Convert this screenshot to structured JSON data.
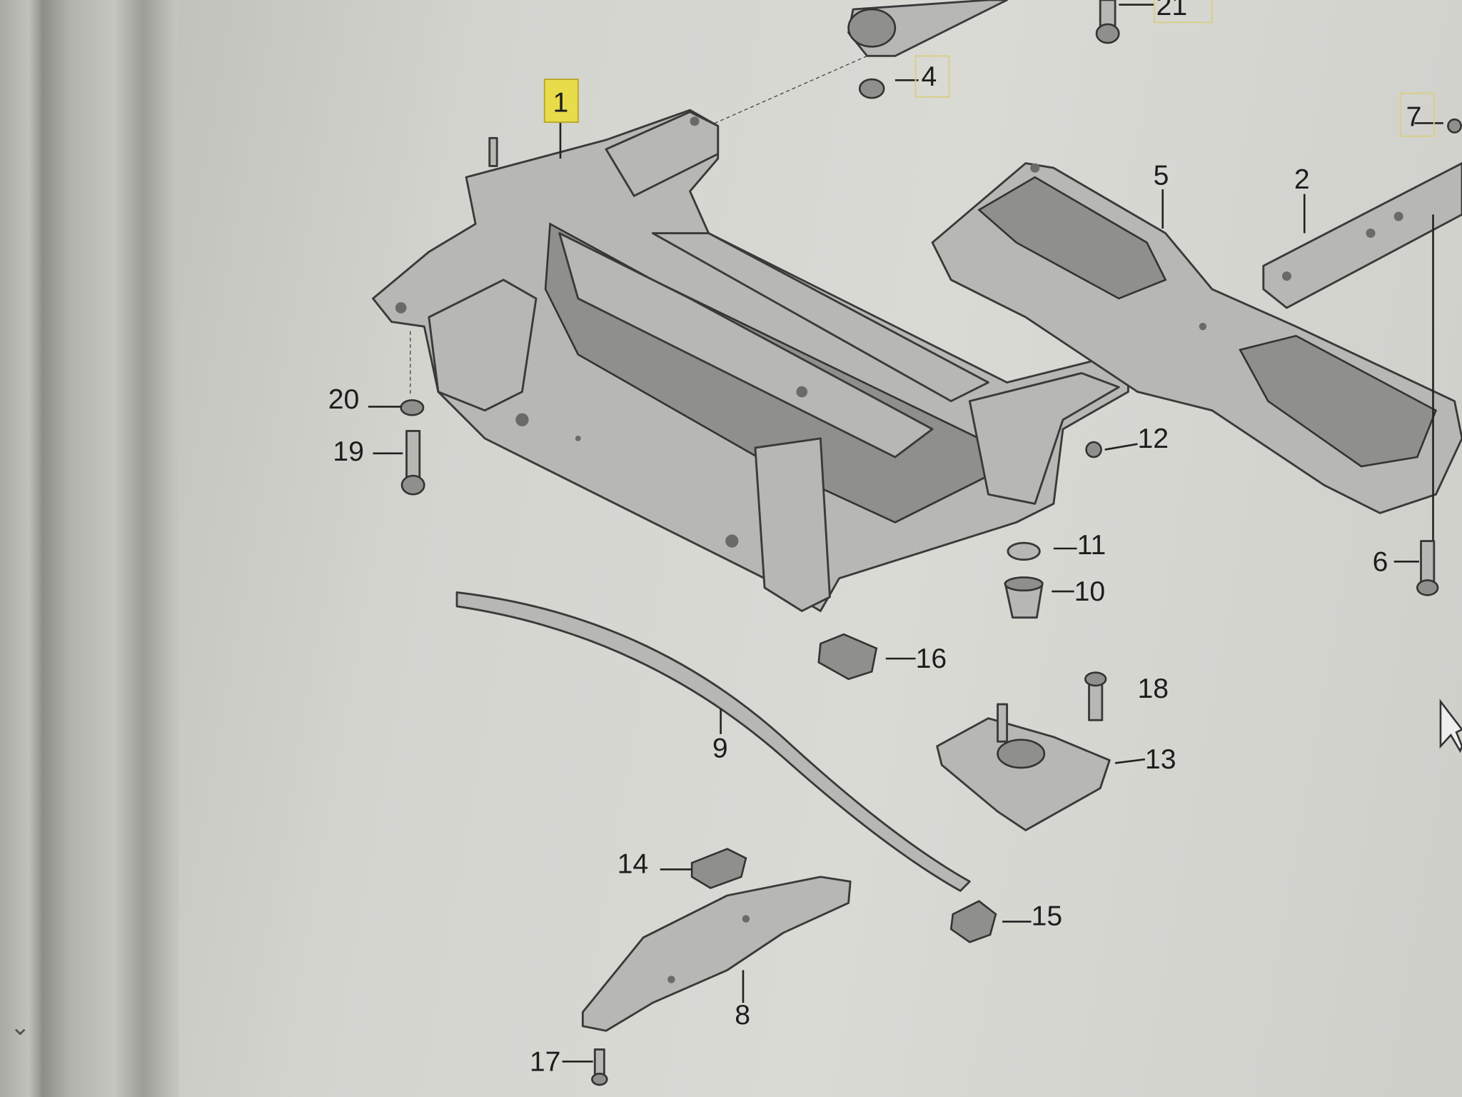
{
  "diagram": {
    "callouts": [
      "21",
      "4",
      "1",
      "7",
      "5",
      "2",
      "20",
      "19",
      "12",
      "11",
      "10",
      "6",
      "16",
      "18",
      "13",
      "9",
      "14",
      "15",
      "8",
      "17"
    ],
    "selected_callout": "1",
    "highlight_color": "#e8dc4a"
  },
  "sidebar": {
    "collapse_icon": "chevron-down-icon"
  }
}
